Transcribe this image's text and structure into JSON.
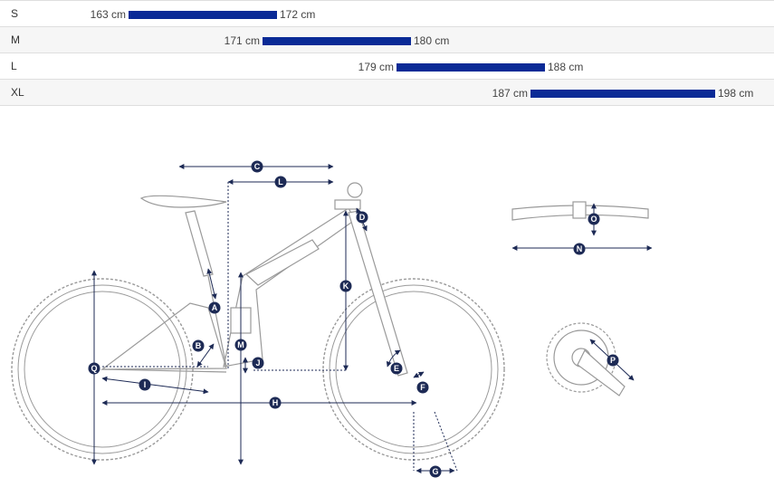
{
  "sizes": [
    {
      "label": "S",
      "min": "163 cm",
      "max": "172 cm",
      "min_cm": 163,
      "max_cm": 172
    },
    {
      "label": "M",
      "min": "171 cm",
      "max": "180 cm",
      "min_cm": 171,
      "max_cm": 180
    },
    {
      "label": "L",
      "min": "179 cm",
      "max": "188 cm",
      "min_cm": 179,
      "max_cm": 188
    },
    {
      "label": "XL",
      "min": "187 cm",
      "max": "198 cm",
      "min_cm": 187,
      "max_cm": 198
    }
  ],
  "colors": {
    "bar": "#0a2a96",
    "marker": "#1d2a55",
    "frame": "#9a9a9a",
    "table_border": "#dedede",
    "table_alt": "#f6f6f6"
  },
  "markers": [
    "A",
    "B",
    "C",
    "D",
    "E",
    "F",
    "G",
    "H",
    "I",
    "J",
    "K",
    "L",
    "M",
    "N",
    "O",
    "P",
    "Q"
  ]
}
